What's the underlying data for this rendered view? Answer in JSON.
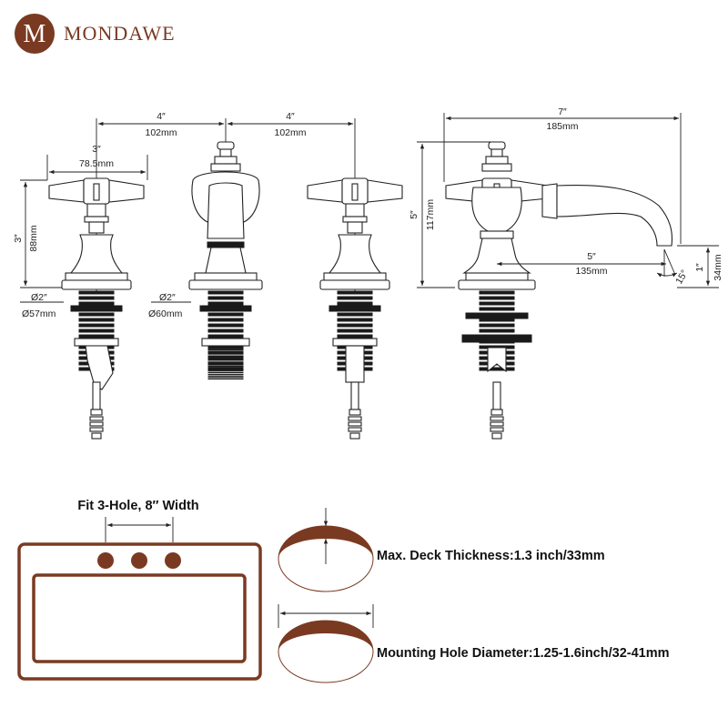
{
  "brand": {
    "name": "MONDAWE",
    "monogram": "M",
    "color": "#7a3a22"
  },
  "dimensions": {
    "spacing_left_in": "4″",
    "spacing_left_mm": "102mm",
    "spacing_right_in": "4″",
    "spacing_right_mm": "102mm",
    "handle_width_in": "3″",
    "handle_width_mm": "78.5mm",
    "handle_height_in": "3″",
    "handle_height_mm": "88mm",
    "base_left_in": "Ø2″",
    "base_left_mm": "Ø57mm",
    "base_mid_in": "Ø2″",
    "base_mid_mm": "Ø60mm",
    "side_width_in": "7″",
    "side_width_mm": "185mm",
    "side_height_in": "5″",
    "side_height_mm": "117mm",
    "reach_in": "5″",
    "reach_mm": "135mm",
    "angle": "15°",
    "outlet_in": "1″",
    "outlet_mm": "34mm"
  },
  "info": {
    "fit_label": "Fit 3-Hole, 8″ Width",
    "deck_label": "Max. Deck Thickness:1.3 inch/33mm",
    "hole_label": "Mounting Hole Diameter:1.25-1.6inch/32-41mm"
  },
  "colors": {
    "accent": "#7a3a22",
    "line": "#222222"
  }
}
